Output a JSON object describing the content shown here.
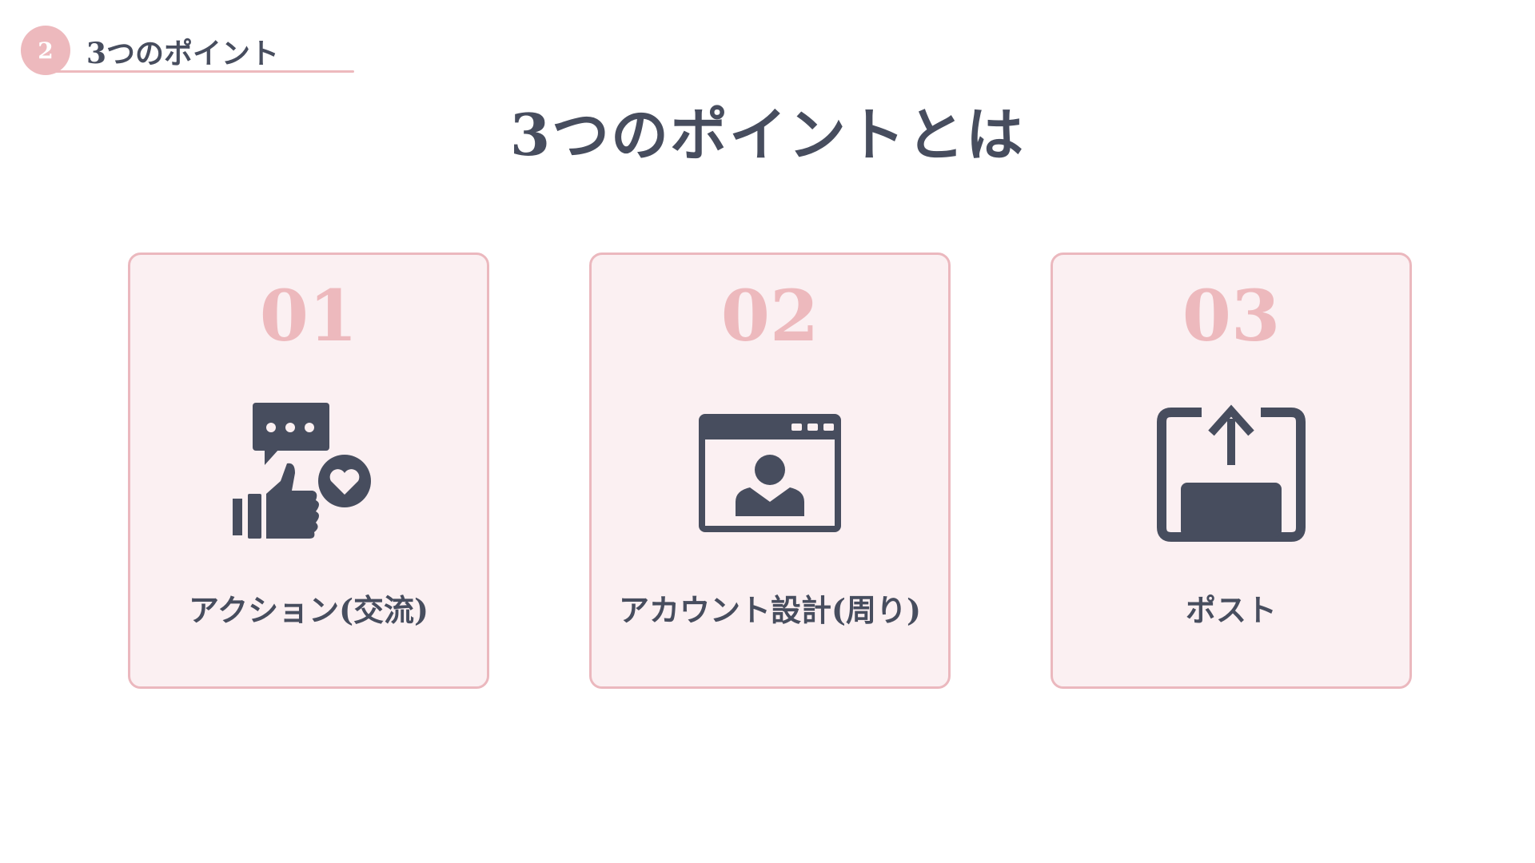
{
  "header": {
    "badge_number": "2",
    "section_title": "3つのポイント"
  },
  "main": {
    "title": "3つのポイントとは",
    "cards": [
      {
        "number": "01",
        "label": "アクション(交流)",
        "icon": "thumbs-up-chat-heart-icon"
      },
      {
        "number": "02",
        "label": "アカウント設計(周り)",
        "icon": "profile-window-icon"
      },
      {
        "number": "03",
        "label": "ポスト",
        "icon": "upload-post-icon"
      }
    ]
  },
  "colors": {
    "accent": "#edb9bd",
    "card_bg": "#fbf0f2",
    "text": "#474d5e"
  }
}
